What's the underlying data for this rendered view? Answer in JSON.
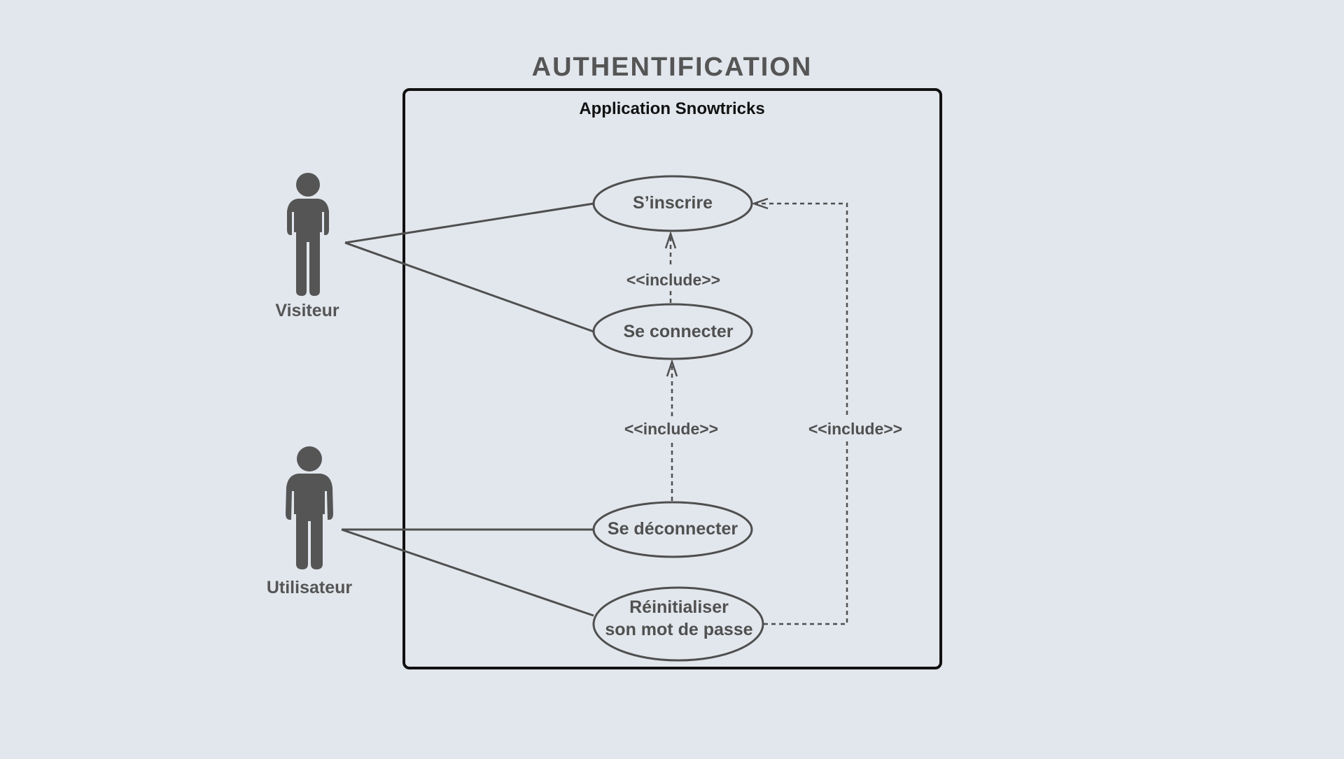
{
  "diagram": {
    "title": "AUTHENTIFICATION",
    "system_name": "Application Snowtricks",
    "actors": [
      {
        "id": "visiteur",
        "label": "Visiteur"
      },
      {
        "id": "utilisateur",
        "label": "Utilisateur"
      }
    ],
    "use_cases": [
      {
        "id": "inscrire",
        "label": "S’inscrire"
      },
      {
        "id": "connecter",
        "label": "Se connecter"
      },
      {
        "id": "deconnecter",
        "label": "Se déconnecter"
      },
      {
        "id": "reinitialiser",
        "label_line1": "Réinitialiser",
        "label_line2": "son mot de passe"
      }
    ],
    "relations": [
      {
        "from": "connecter",
        "to": "inscrire",
        "label": "<<include>>"
      },
      {
        "from": "deconnecter",
        "to": "connecter",
        "label": "<<include>>"
      },
      {
        "from": "reinitialiser",
        "to": "inscrire",
        "label": "<<include>>"
      }
    ],
    "colors": {
      "background": "#e2e7ed",
      "ink": "#4f4f4f",
      "actor": "#555555",
      "frame": "#111111"
    }
  }
}
